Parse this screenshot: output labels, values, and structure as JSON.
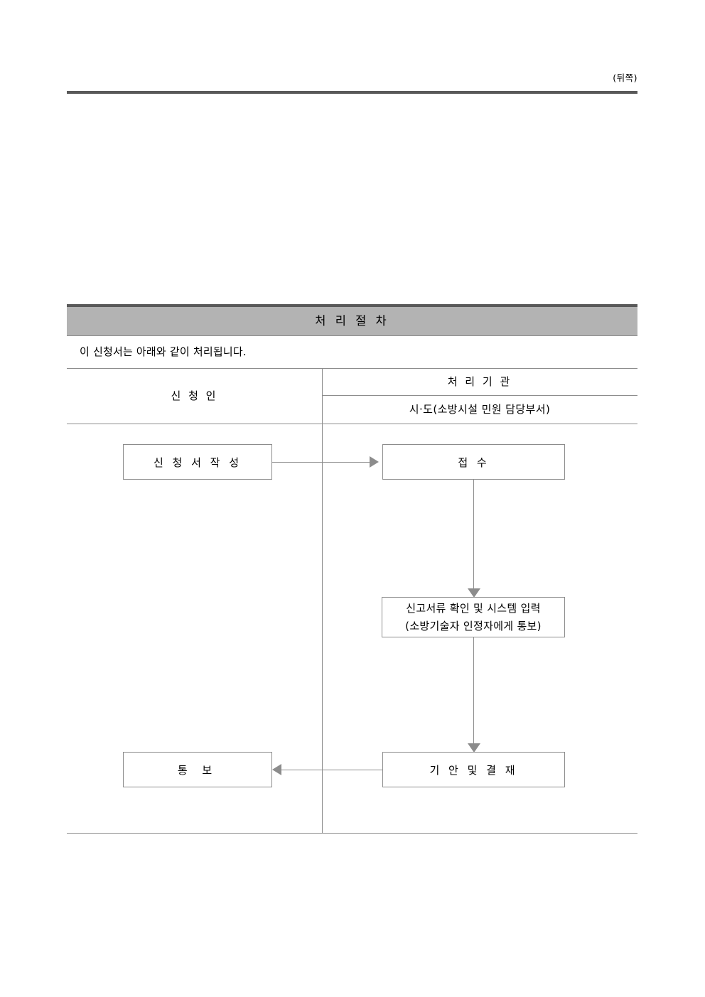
{
  "page": {
    "side_marker": "(뒤쪽)"
  },
  "section": {
    "title": "처 리 절 차",
    "intro": "이 신청서는 아래와 같이 처리됩니다."
  },
  "table": {
    "headers": {
      "applicant": "신 청 인",
      "agency": "처 리 기 관",
      "agency_sub": "시·도(소방시설 민원 담당부서)"
    }
  },
  "flow": {
    "boxes": [
      {
        "id": "apply",
        "label": "신 청 서  작 성"
      },
      {
        "id": "receipt",
        "label": "접 수"
      },
      {
        "id": "check",
        "line1": "신고서류 확인 및 시스템 입력",
        "line2": "(소방기술자 인정자에게 통보)"
      },
      {
        "id": "notice",
        "label": "통 보"
      },
      {
        "id": "draft",
        "label": "기 안 및 결 재"
      }
    ]
  },
  "colors": {
    "band_fill": "#b3b3b3",
    "rule_dark": "#595959",
    "line_gray": "#8c8c8c",
    "text": "#000000"
  }
}
